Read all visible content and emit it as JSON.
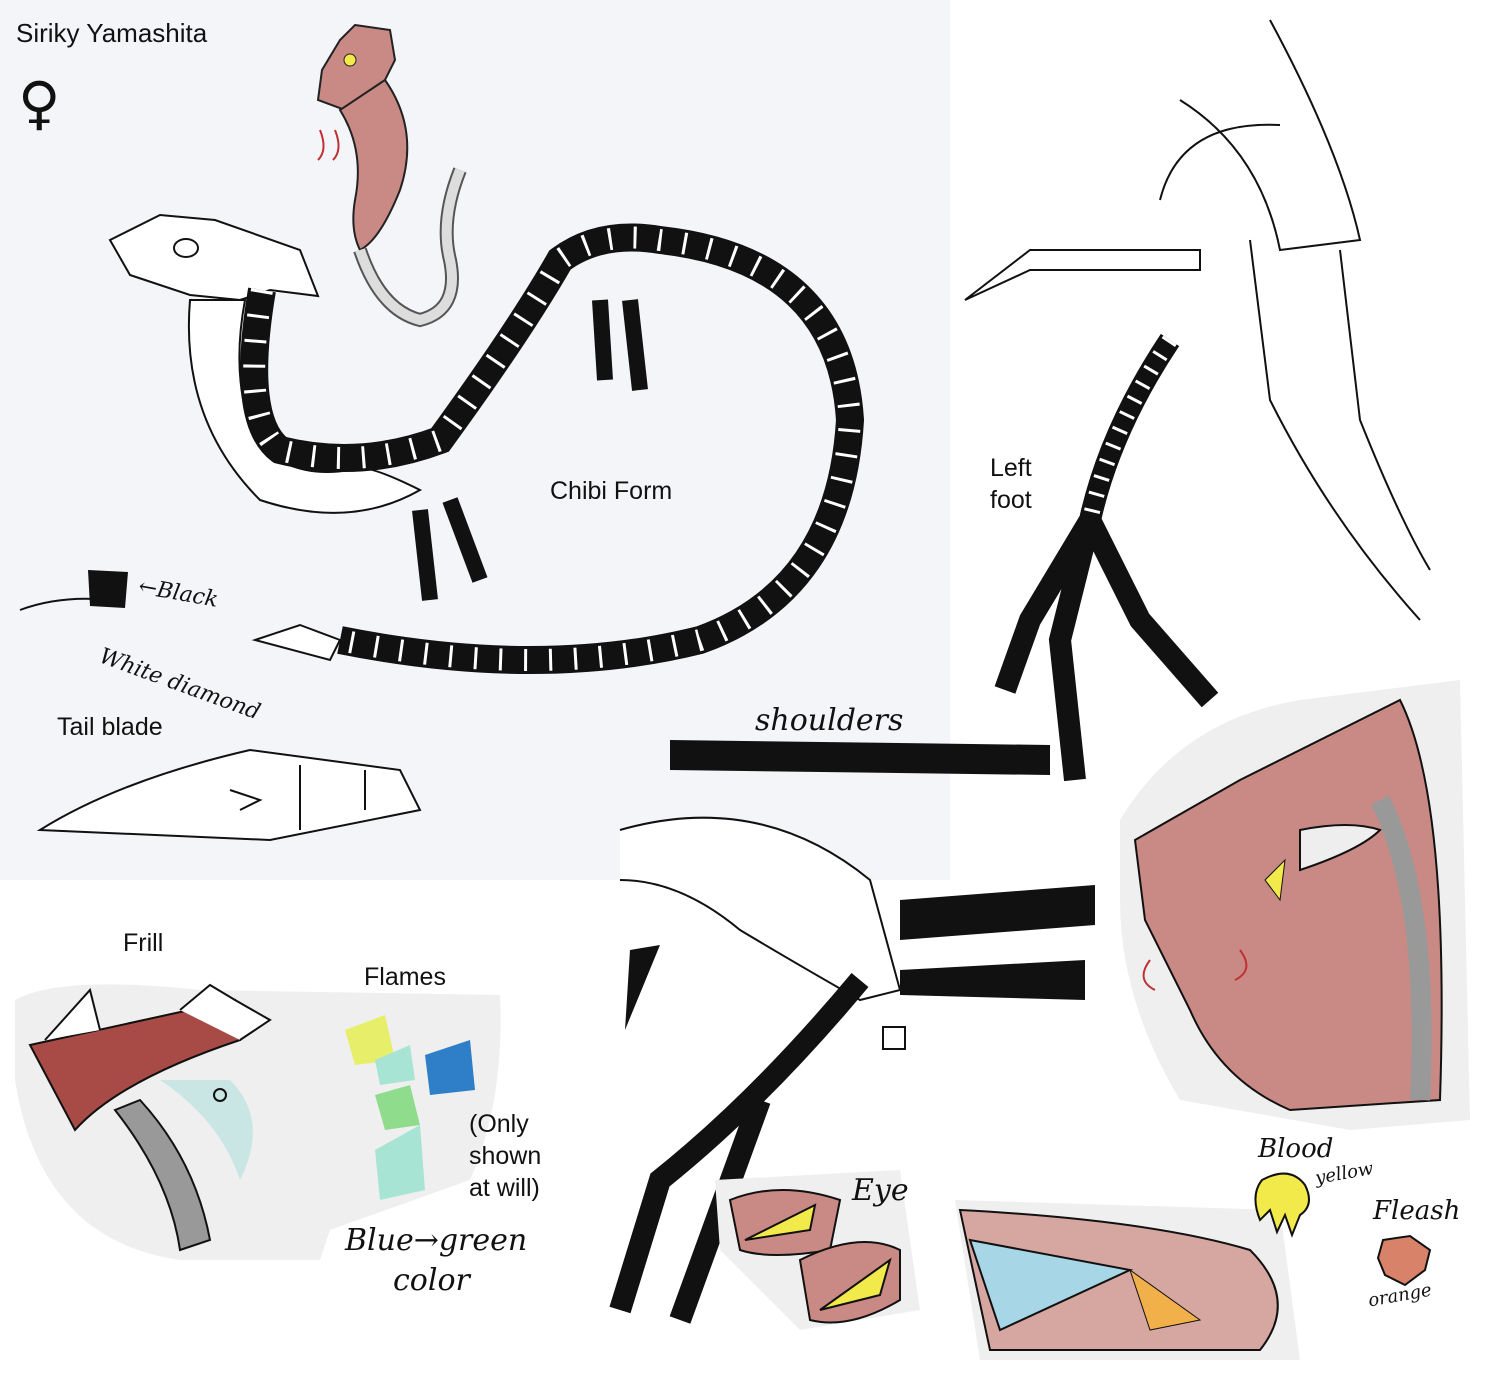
{
  "sheet": {
    "character_name": "Siriky Yamashita",
    "gender_symbol": "♀",
    "labels": {
      "chibi_form": "Chibi Form",
      "left_foot_line1": "Left",
      "left_foot_line2": "foot",
      "black": "←Black",
      "white_diamond": "White diamond",
      "tail_blade": "Tail blade",
      "shoulders": "shoulders",
      "frill": "Frill",
      "flames": "Flames",
      "only_shown_line1": "(Only",
      "only_shown_line2": "shown",
      "only_shown_line3": "at will)",
      "blue_green": "Blue→green",
      "color": "color",
      "eye": "Eye",
      "blood": "Blood",
      "blood_color": "yellow",
      "fleash": "Fleash",
      "fleash_color": "orange"
    },
    "colors": {
      "paper": "#f3f5f8",
      "ink": "#111111",
      "skin_red": "#c98a86",
      "blood_yellow": "#f2e94a",
      "flesh_orange": "#d9826a",
      "flame_blue": "#2f7fc8",
      "flame_green": "#8fdc8c",
      "flame_yellow": "#e6ee6a"
    }
  }
}
